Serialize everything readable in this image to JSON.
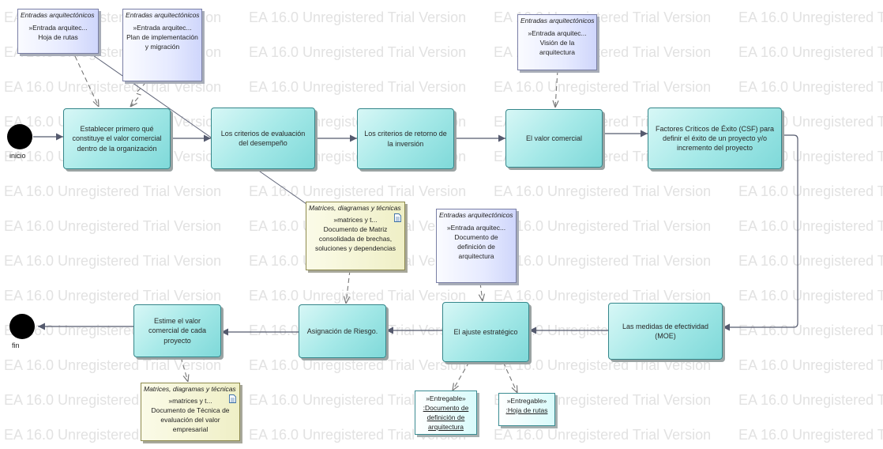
{
  "watermark": "EA 16.0 Unregistered Trial Version",
  "start_label": "inicio",
  "end_label": "fin",
  "activities": {
    "a1": "Establecer primero qué constituye el valor comercial dentro de la organización",
    "a2": "Los criterios de evaluación del desempeño",
    "a3": "Los criterios de retorno de la inversión",
    "a4": "El valor comercial",
    "a5": "Factores Críticos de Éxito (CSF) para definir el éxito de un proyecto y/o incremento del proyecto",
    "a6": "Las medidas de efectividad (MOE)",
    "a7": "El ajuste estratégico",
    "a8": "Asignación de Riesgo.",
    "a9": "Estime el valor comercial de cada proyecto"
  },
  "inputs": {
    "in1": {
      "header": "Entradas arquitectónicos",
      "stereo": "»Entrada arquitec...",
      "name": "Hoja de rutas"
    },
    "in2": {
      "header": "Entradas arquitectónicos",
      "stereo": "»Entrada arquitec...",
      "name": "Plan de implementación y migración"
    },
    "in3": {
      "header": "Entradas arquitectónicos",
      "stereo": "»Entrada arquitec...",
      "name": "Visión de la arquitectura"
    },
    "in4": {
      "header": "Entradas arquitectónicos",
      "stereo": "»Entrada arquitec...",
      "name": "Documento de definición de arquitectura"
    }
  },
  "artifacts": {
    "ar1": {
      "header": "Matrices, diagramas y técnicas",
      "stereo": "»matrices y t...",
      "name": "Documento de Matriz consolidada de brechas, soluciones y dependencias"
    },
    "ar2": {
      "header": "Matrices, diagramas y técnicas",
      "stereo": "»matrices y t...",
      "name": "Documento de Técnica de evaluación del valor empresarial"
    }
  },
  "deliverables": {
    "d1": {
      "stereo": "»Entregable»",
      "name": ":Documento de definición de arquitectura"
    },
    "d2": {
      "stereo": "»Entregable»",
      "name": ":Hoja de rutas"
    }
  },
  "colors": {
    "activity_fill": "#a6e9e8",
    "activity_border": "#35868a",
    "input_fill": "#dfe4ff",
    "artifact_fill": "#efefc6",
    "edge": "#555a6e",
    "watermark": "#e2e2e2"
  }
}
